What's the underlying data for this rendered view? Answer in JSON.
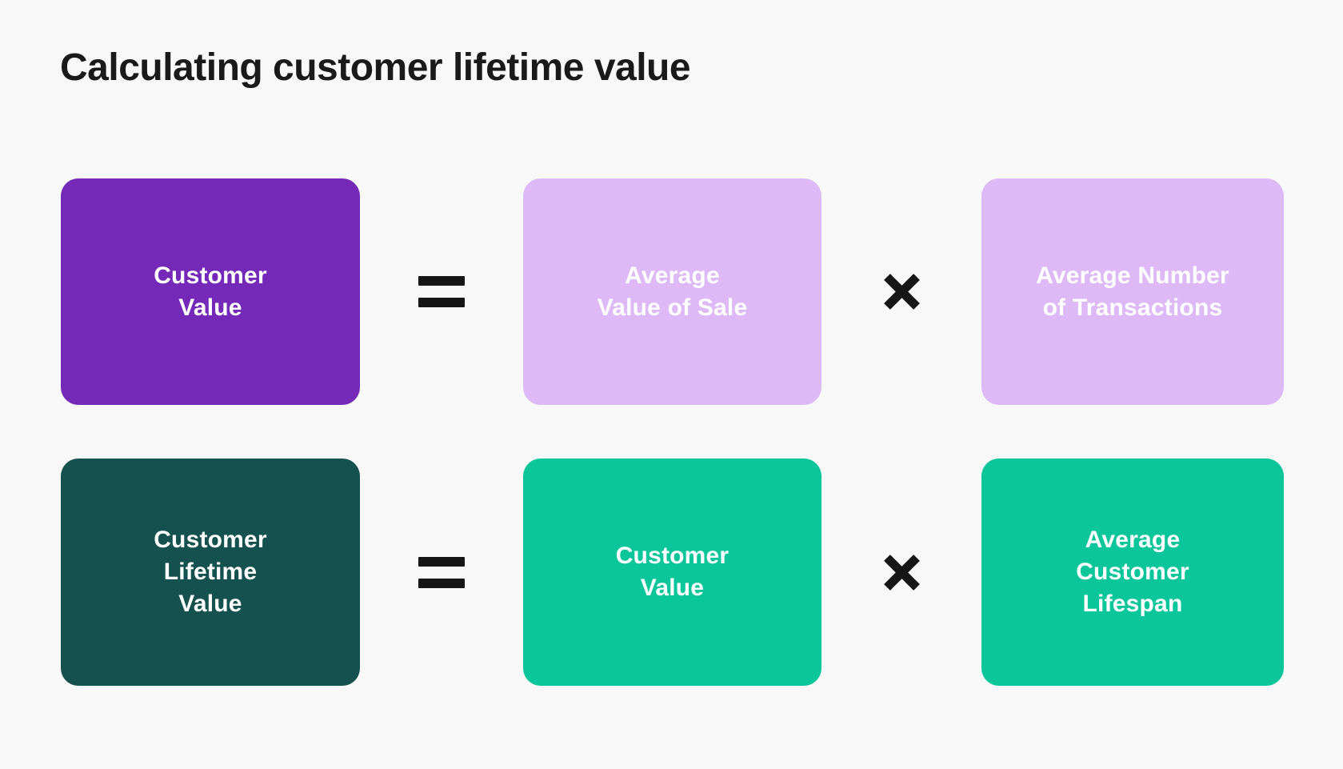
{
  "title": "Calculating customer lifetime value",
  "colors": {
    "background": "#F8F8F8",
    "title_text": "#1A1A1A",
    "operator": "#161616",
    "box_text": "#FFFFFF",
    "customer_value_bg": "#7429B8",
    "light_purple_bg": "#DDB9F6",
    "customer_lifetime_value_bg": "#15514E",
    "green_bg": "#0BC69A"
  },
  "formulas": [
    {
      "result": "Customer\nValue",
      "equals": "=",
      "factor1": "Average\nValue of Sale",
      "times": "×",
      "factor2": "Average Number\nof Transactions"
    },
    {
      "result": "Customer\nLifetime\nValue",
      "equals": "=",
      "factor1": "Customer\nValue",
      "times": "×",
      "factor2": "Average\nCustomer\nLifespan"
    }
  ]
}
